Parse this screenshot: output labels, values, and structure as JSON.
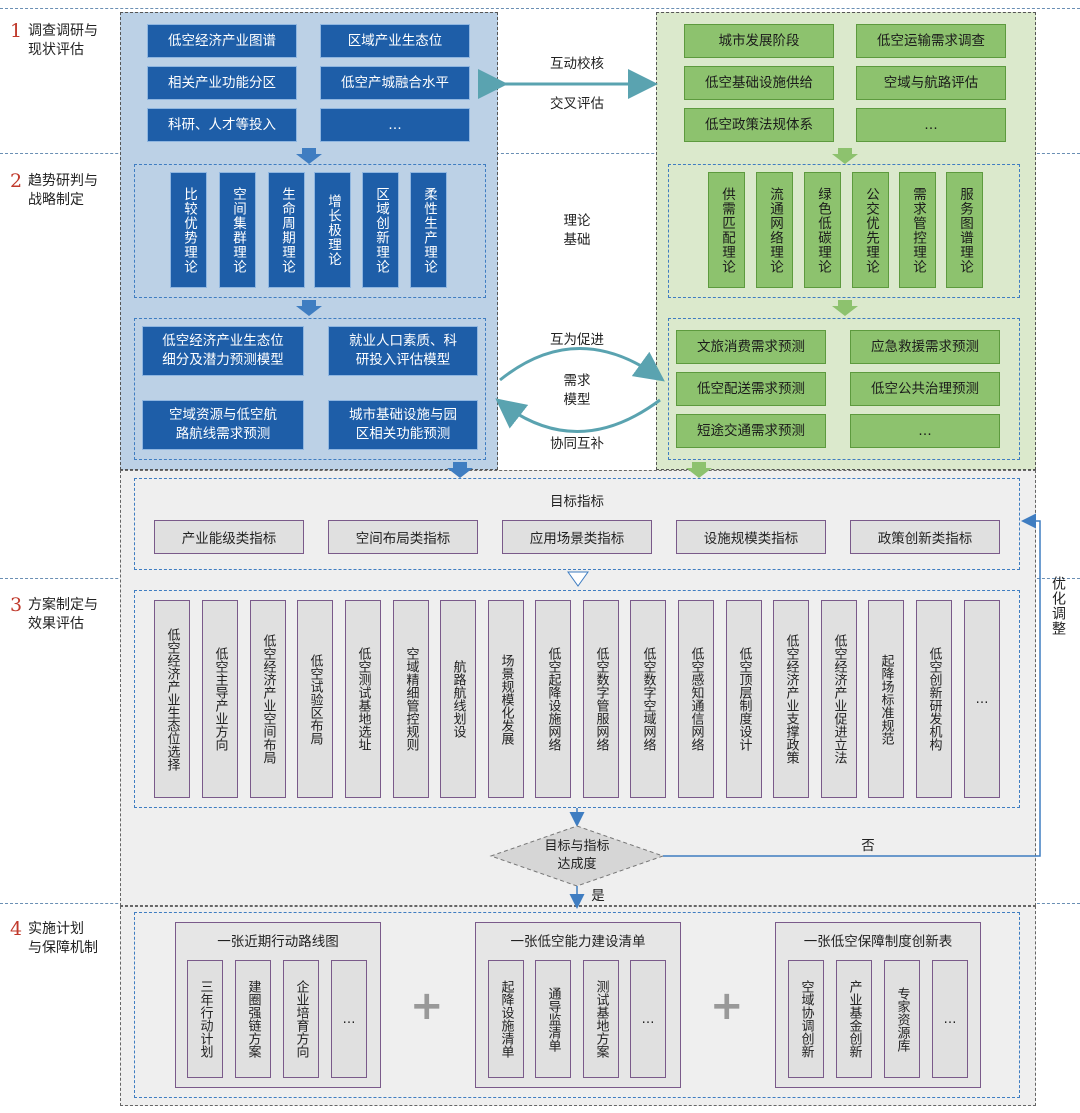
{
  "stages": [
    {
      "num": "1",
      "label": "调查调研与\n现状评估"
    },
    {
      "num": "2",
      "label": "趋势研判与\n战略制定"
    },
    {
      "num": "3",
      "label": "方案制定与\n效果评估"
    },
    {
      "num": "4",
      "label": "实施计划\n与保障机制"
    }
  ],
  "row1": {
    "left": [
      "低空经济产业图谱",
      "区域产业生态位",
      "相关产业功能分区",
      "低空产城融合水平",
      "科研、人才等投入",
      "…"
    ],
    "right": [
      "城市发展阶段",
      "低空运输需求调查",
      "低空基础设施供给",
      "空域与航路评估",
      "低空政策法规体系",
      "…"
    ],
    "center_top": "互动校核",
    "center_bottom": "交叉评估"
  },
  "row2": {
    "left": [
      "比较优势理论",
      "空间集群理论",
      "生命周期理论",
      "增长极理论",
      "区域创新理论",
      "柔性生产理论"
    ],
    "right": [
      "供需匹配理论",
      "流通网络理论",
      "绿色低碳理论",
      "公交优先理论",
      "需求管控理论",
      "服务图谱理论"
    ],
    "center": "理论\n基础"
  },
  "row3": {
    "left": [
      "低空经济产业生态位\n细分及潜力预测模型",
      "就业人口素质、科\n研投入评估模型",
      "空域资源与低空航\n路航线需求预测",
      "城市基础设施与园\n区相关功能预测"
    ],
    "right": [
      "文旅消费需求预测",
      "应急救援需求预测",
      "低空配送需求预测",
      "低空公共治理预测",
      "短途交通需求预测",
      "…"
    ],
    "center_top": "互为促进",
    "center_mid": "需求\n模型",
    "center_bottom": "协同互补"
  },
  "targets": {
    "title": "目标指标",
    "items": [
      "产业能级类指标",
      "空间布局类指标",
      "应用场景类指标",
      "设施规模类指标",
      "政策创新类指标"
    ]
  },
  "plans": [
    "低空经济产业生态位选择",
    "低空主导产业方向",
    "低空经济产业空间布局",
    "低空试验区布局",
    "低空测试基地选址",
    "空域精细管控规则",
    "航路航线划设",
    "场景规模化发展",
    "低空起降设施网络",
    "低空数字管服网络",
    "低空数字空域网络",
    "低空感知通信网络",
    "低空顶层制度设计",
    "低空经济产业支撑政策",
    "低空经济产业促进立法",
    "起降场标准规范",
    "低空创新研发机构",
    "…"
  ],
  "decision": {
    "text": "目标与指标\n达成度",
    "no": "否",
    "yes": "是"
  },
  "feedback": "优化调整",
  "groups": [
    {
      "title": "一张近期行动路线图",
      "items": [
        "三年行动计划",
        "建圈强链方案",
        "企业培育方向",
        "…"
      ]
    },
    {
      "title": "一张低空能力建设清单",
      "items": [
        "起降设施清单",
        "通导监清单",
        "测试基地方案",
        "…"
      ]
    },
    {
      "title": "一张低空保障制度创新表",
      "items": [
        "空域协调创新",
        "产业基金创新",
        "专家资源库",
        "…"
      ]
    }
  ],
  "plus": "+",
  "colors": {
    "blue_box": "#1e5ea8",
    "green_box": "#8dc26e",
    "blue_region": "#bcd1e6",
    "green_region": "#dbe9cc",
    "stage_num": "#c0392b"
  }
}
